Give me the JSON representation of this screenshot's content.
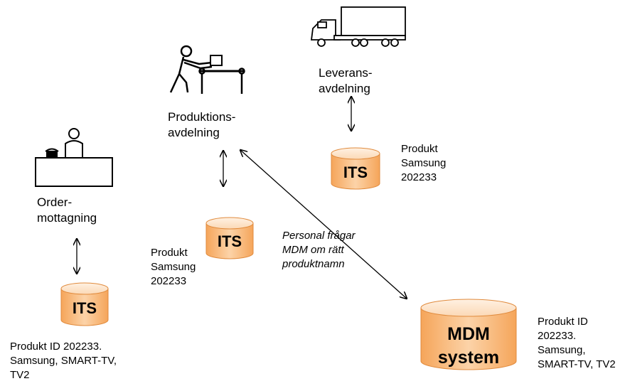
{
  "stations": {
    "order": "Order-\nmottagning",
    "production": "Produktions-\navdelning",
    "delivery": "Leverans-\navdelning"
  },
  "databases": {
    "its_label": "ITS",
    "mdm_label": "MDM\nsystem"
  },
  "records": {
    "order": "Produkt ID 202233.\nSamsung, SMART-TV,\nTV2",
    "production": "Produkt\nSamsung\n202233",
    "delivery": "Produkt\nSamsung\n202233",
    "mdm": "Produkt ID\n202233.\nSamsung,\nSMART-TV, TV2"
  },
  "annotation": "Personal frågar\nMDM om rätt\nproduktnamn",
  "colors": {
    "db_fill_top": "#fde3c8",
    "db_fill_bottom": "#f7a95c",
    "db_stroke": "#e08a3c"
  },
  "icons": [
    "desk-person-icon",
    "worker-conveyor-icon",
    "truck-icon"
  ]
}
